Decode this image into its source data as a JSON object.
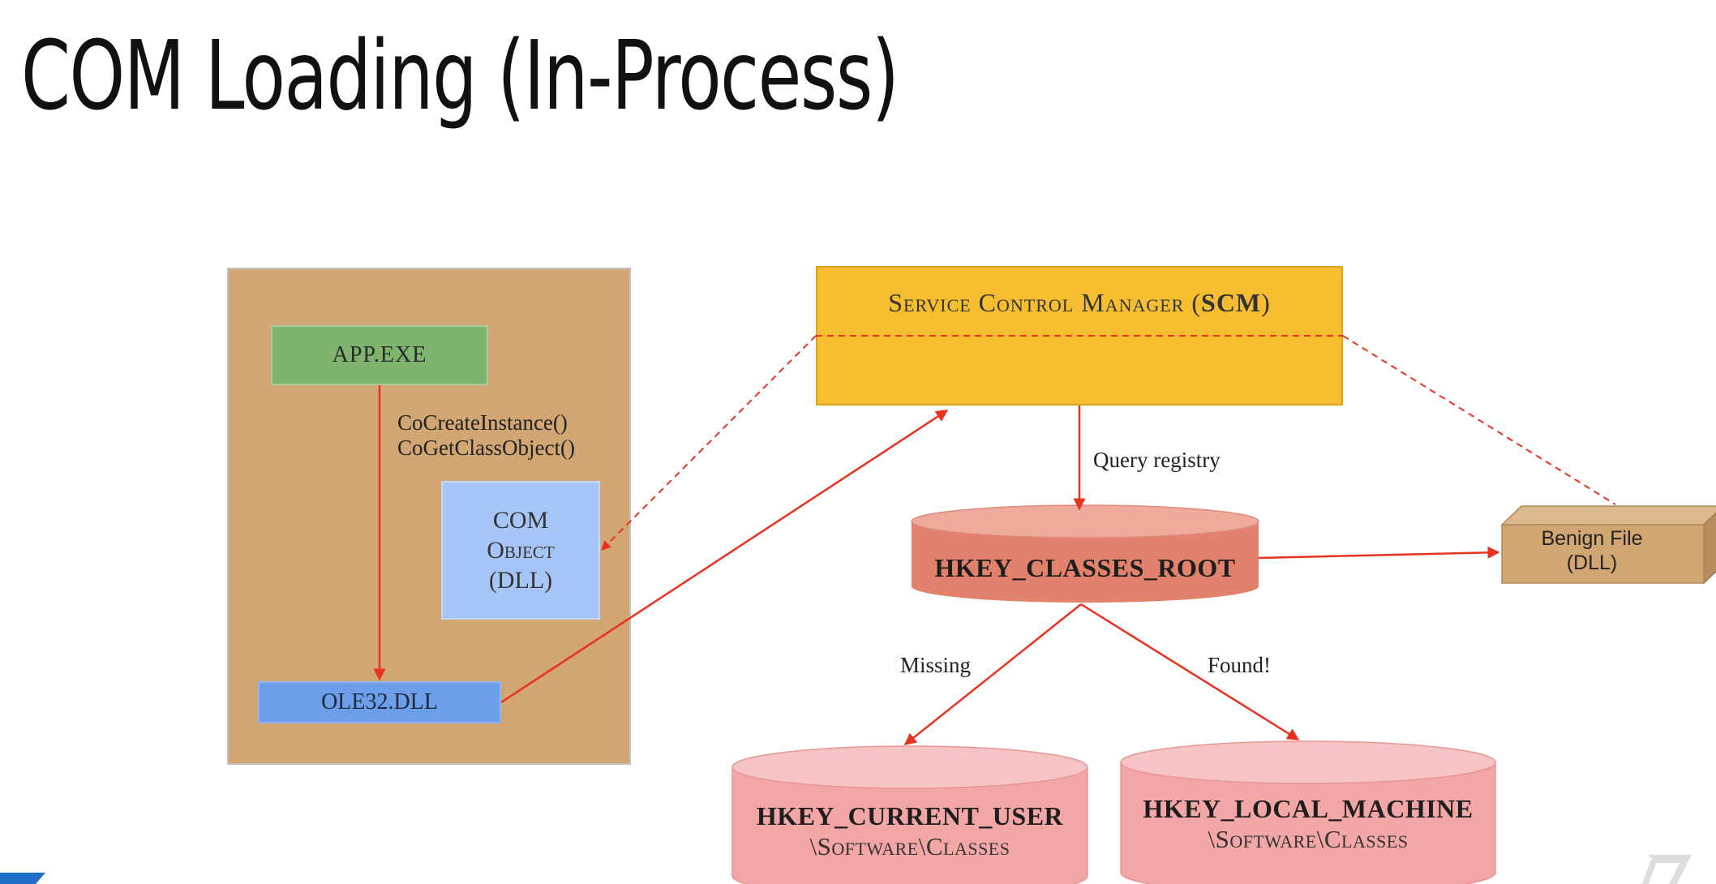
{
  "title": "COM Loading (In-Process)",
  "nodes": {
    "app": "APP.EXE",
    "com_object_line1": "COM",
    "com_object_line2": "Object",
    "com_object_line3": "(DLL)",
    "ole32": "OLE32.DLL",
    "scm_name": "Service Control Manager (",
    "scm_abbr": "SCM",
    "scm_close": ")",
    "hkcr": "HKEY_CLASSES_ROOT",
    "hkcu": "HKEY_CURRENT_USER",
    "hkcu_path": "\\Software\\Classes",
    "hklm": "HKEY_LOCAL_MACHINE",
    "hklm_path": "\\Software\\Classes",
    "benign_line1": "Benign File",
    "benign_line2": "(DLL)"
  },
  "edge_labels": {
    "calls_line1": "CoCreateInstance()",
    "calls_line2": "CoGetClassObject()",
    "query": "Query registry",
    "missing": "Missing",
    "found": "Found!"
  },
  "colors": {
    "process_box": "#d2a673",
    "app": "#7fb46f",
    "com_object": "#a7c6f8",
    "ole32": "#6d9eea",
    "scm": "#f6bd30",
    "hkcr": "#e3826c",
    "hkcu_hklm": "#f2a6a6",
    "benign": "#d2a673",
    "arrow": "#e8321f"
  }
}
